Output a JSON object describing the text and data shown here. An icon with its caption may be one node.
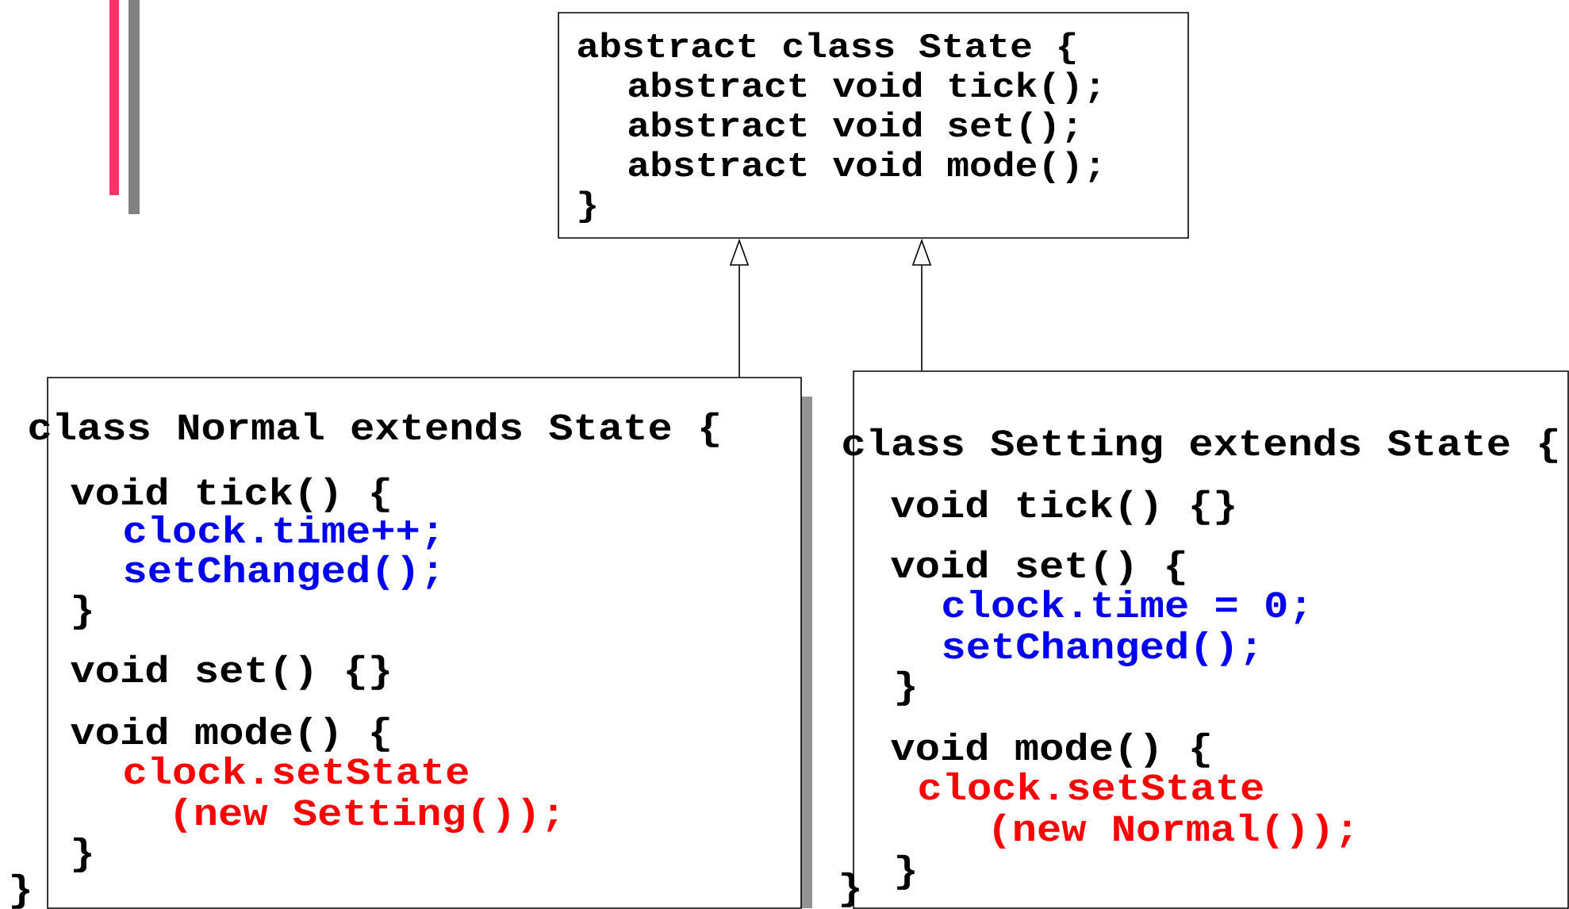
{
  "diagram": {
    "nodes": [
      {
        "text": [
          "abstract class State {",
          "abstract void tick();",
          "abstract void set();",
          "abstract void mode();",
          "}"
        ]
      },
      {
        "text": [
          "class Normal extends State {",
          "void tick() {",
          "clock.time++;",
          "setChanged();",
          "}",
          "void set() {}",
          "void mode() {",
          "clock.setState",
          "(new Setting());",
          "}",
          "}"
        ]
      },
      {
        "text": [
          "class Setting extends State {",
          "void tick() {}",
          "void set() {",
          "clock.time = 0;",
          "setChanged();",
          "}",
          "void mode() {",
          "clock.setState",
          "(new Normal());",
          "}",
          "}"
        ]
      }
    ],
    "edges": [
      {
        "from": 1,
        "to": 0,
        "arrow": "to"
      },
      {
        "from": 2,
        "to": 0,
        "arrow": "to"
      }
    ]
  }
}
